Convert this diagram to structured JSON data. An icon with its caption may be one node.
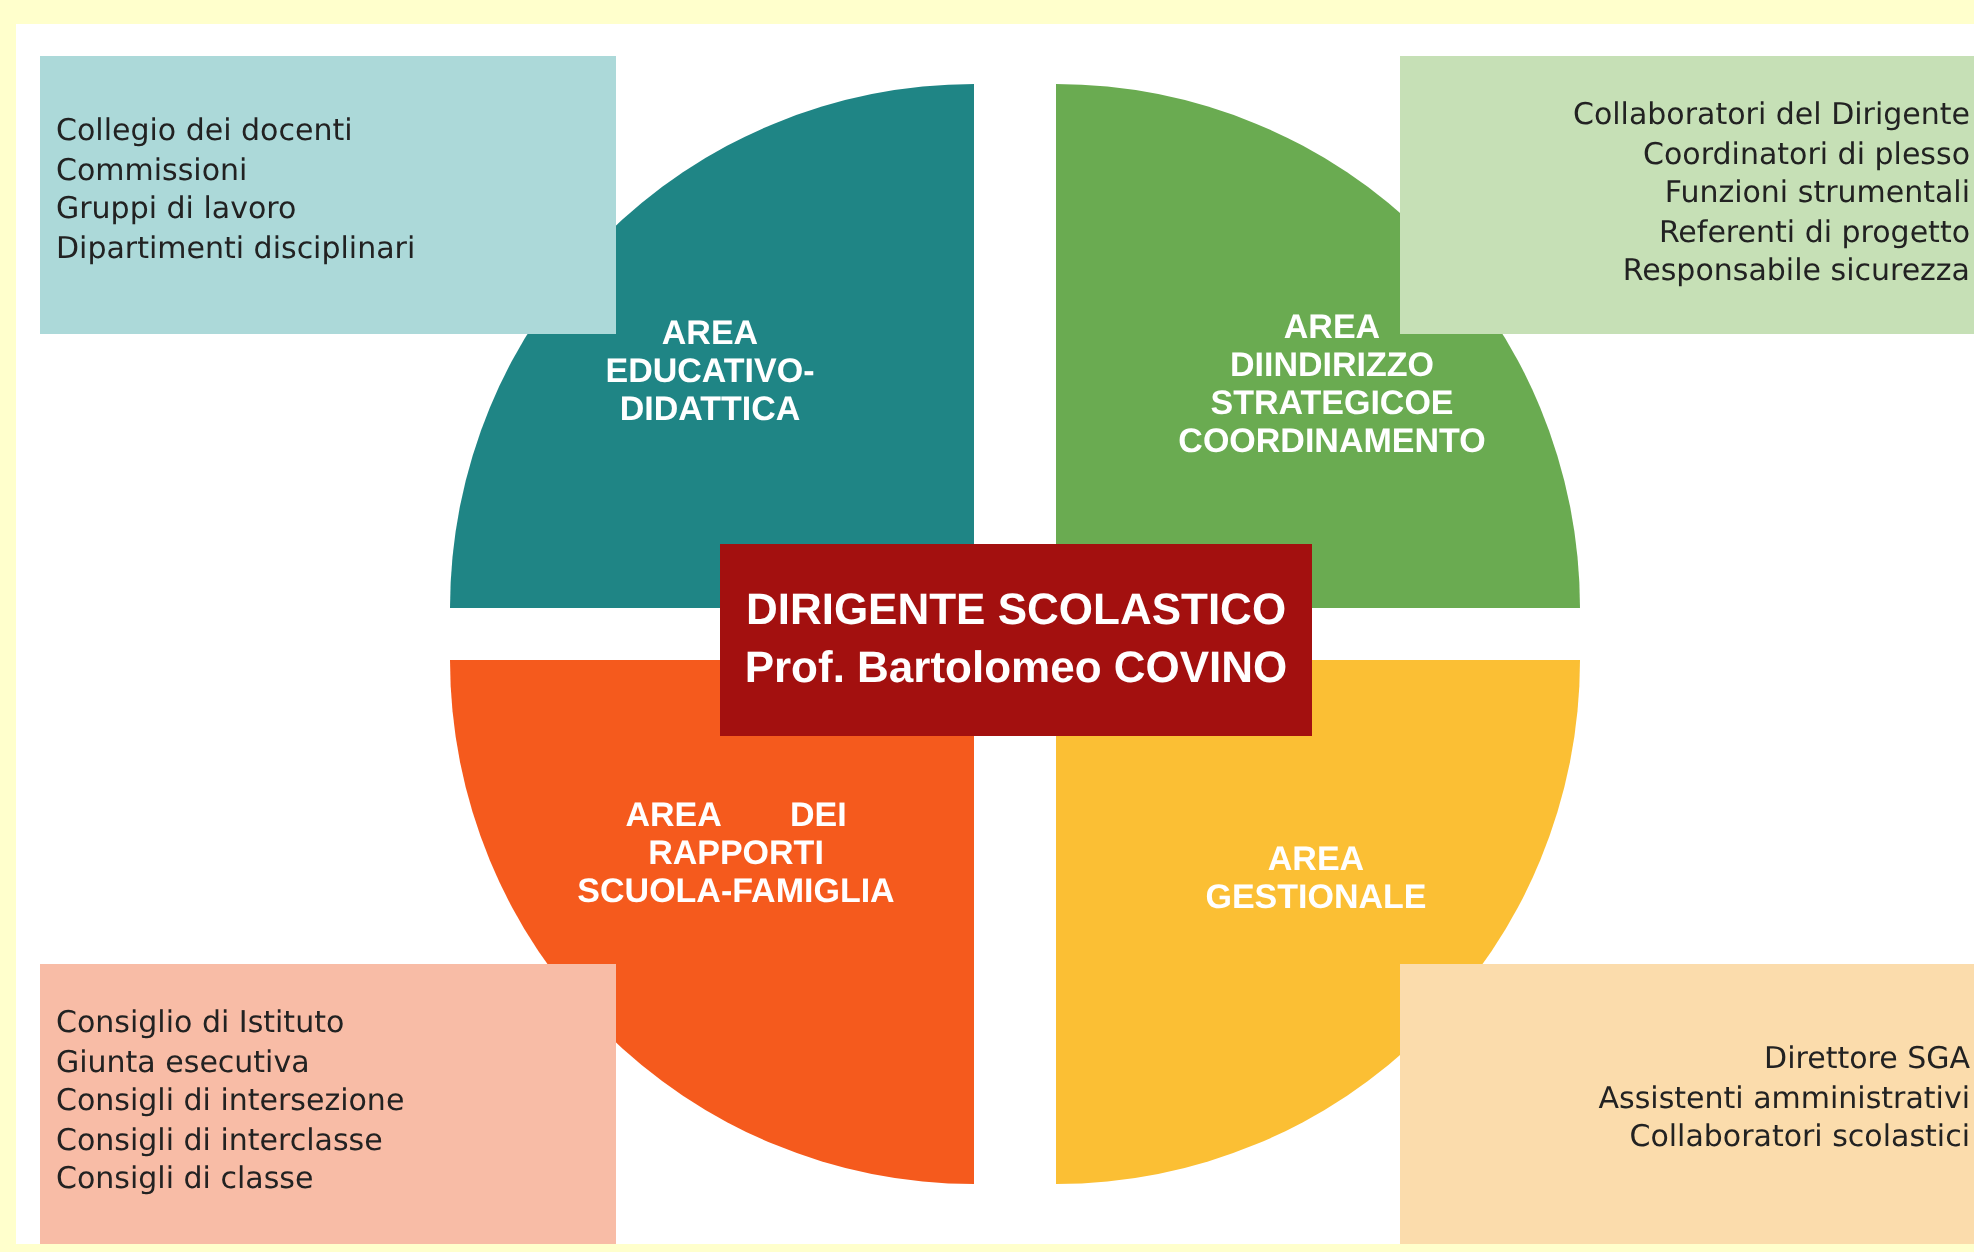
{
  "diagram": {
    "nodes": [
      {
        "text": [
          "DIRIGENTE SCOLASTICO",
          "Prof. Bartolomeo COVINO"
        ]
      },
      {
        "text": [
          "AREA EDUCATIVO- DIDATTICA"
        ]
      },
      {
        "text": [
          "AREA DIINDIRIZZO STRATEGICOE COORDINAMENTO"
        ]
      },
      {
        "text": [
          "AREA DEI RAPPORTI SCUOLA-FAMIGLIA"
        ]
      },
      {
        "text": [
          "AREA GESTIONALE"
        ]
      },
      {
        "text": [
          "Collegio dei docenti",
          "Commissioni",
          "Gruppi di lavoro",
          "Dipartimenti disciplinari"
        ]
      },
      {
        "text": [
          "Collaboratori del Dirigente",
          "Coordinatori di plesso",
          "Funzioni strumentali",
          "Referenti di progetto",
          "Responsabile sicurezza"
        ]
      },
      {
        "text": [
          "Consiglio di Istituto",
          "Giunta esecutiva",
          "Consigli di intersezione",
          "Consigli di interclasse",
          "Consigli di classe"
        ]
      },
      {
        "text": [
          "Direttore SGA",
          "Assistenti amministrativi",
          "Collaboratori scolastici"
        ]
      }
    ]
  }
}
